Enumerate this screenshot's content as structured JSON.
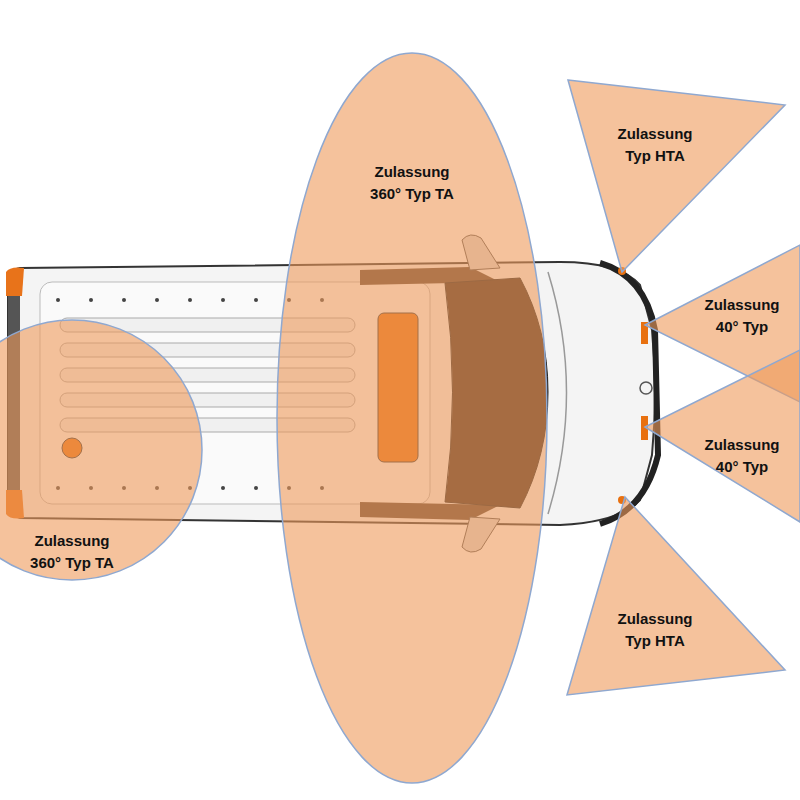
{
  "diagram": {
    "nodes": [
      {
        "text": [
          "Zulassung Typ HTA"
        ]
      },
      {
        "text": [
          "Zulassung 360° Typ TA"
        ]
      },
      {
        "text": [
          "Zulassung 40° Typ"
        ]
      },
      {
        "text": [
          "Zulassung 40° Typ"
        ]
      },
      {
        "text": [
          "Zulassung 360° Typ TA"
        ]
      },
      {
        "text": [
          "Zulassung Typ HTA"
        ]
      }
    ]
  }
}
